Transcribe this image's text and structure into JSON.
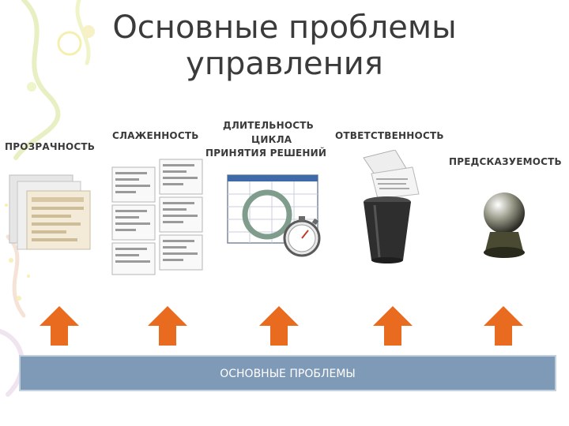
{
  "slide": {
    "title_line1": "Основные проблемы",
    "title_line2": "управления"
  },
  "labels": {
    "transparency": "ПРОЗРАЧНОСТЬ",
    "coherence": "СЛАЖЕННОСТЬ",
    "duration_line1": "ДЛИТЕЛЬНОСТЬ",
    "duration_line2": "ЦИКЛА",
    "duration_line3": "ПРИНЯТИЯ РЕШЕНИЙ",
    "responsibility": "ОТВЕТСТВЕННОСТЬ",
    "predictability": "ПРЕДСКАЗУЕМОСТЬ"
  },
  "bottom_bar": {
    "label": "ОСНОВНЫЕ ПРОБЛЕМЫ"
  },
  "colors": {
    "arrow": "#e86b1f",
    "bar": "#7f9ab6",
    "title": "#3b3b3b"
  }
}
